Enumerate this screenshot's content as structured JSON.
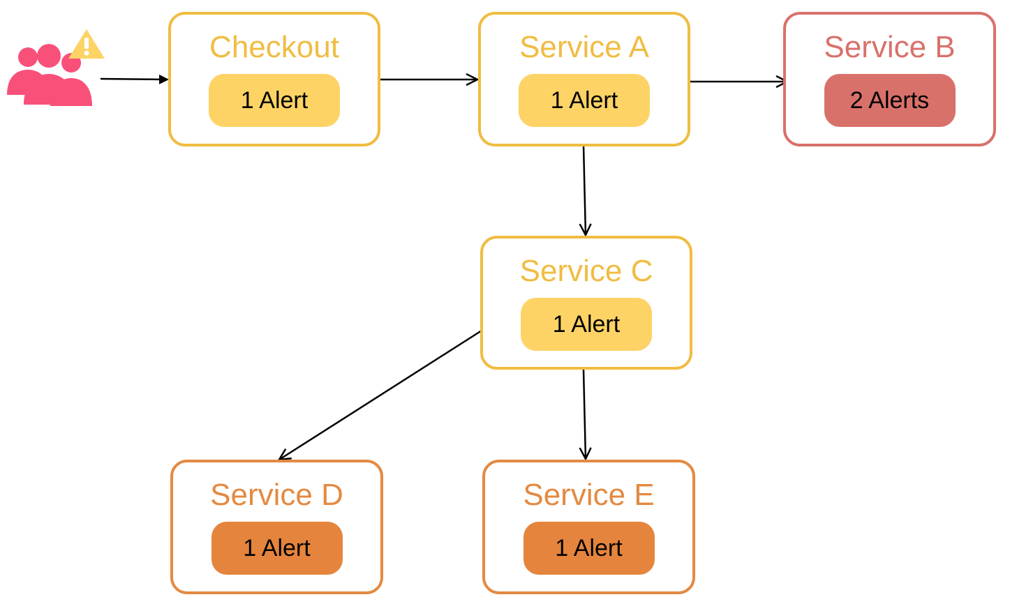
{
  "colors": {
    "warning": "#f0bc42",
    "warning_badge": "#fdd365",
    "critical": "#d9716b",
    "critical_badge": "#d9716b",
    "major": "#e38a42",
    "major_badge": "#e5843d",
    "users": "#f9507a",
    "arrow": "#000000"
  },
  "icons": {
    "users": "users-group-icon",
    "alert": "warning-triangle-icon"
  },
  "nodes": {
    "checkout": {
      "title": "Checkout",
      "alerts": "1 Alert",
      "severity": "warning"
    },
    "service_a": {
      "title": "Service A",
      "alerts": "1 Alert",
      "severity": "warning"
    },
    "service_b": {
      "title": "Service B",
      "alerts": "2 Alerts",
      "severity": "critical"
    },
    "service_c": {
      "title": "Service C",
      "alerts": "1 Alert",
      "severity": "warning"
    },
    "service_d": {
      "title": "Service D",
      "alerts": "1 Alert",
      "severity": "major"
    },
    "service_e": {
      "title": "Service E",
      "alerts": "1 Alert",
      "severity": "major"
    }
  },
  "edges": [
    {
      "from": "users",
      "to": "checkout",
      "head": "filled"
    },
    {
      "from": "checkout",
      "to": "service_a",
      "head": "open"
    },
    {
      "from": "service_a",
      "to": "service_b",
      "head": "open"
    },
    {
      "from": "service_a",
      "to": "service_c",
      "head": "open"
    },
    {
      "from": "service_c",
      "to": "service_d",
      "head": "open"
    },
    {
      "from": "service_c",
      "to": "service_e",
      "head": "open"
    }
  ]
}
